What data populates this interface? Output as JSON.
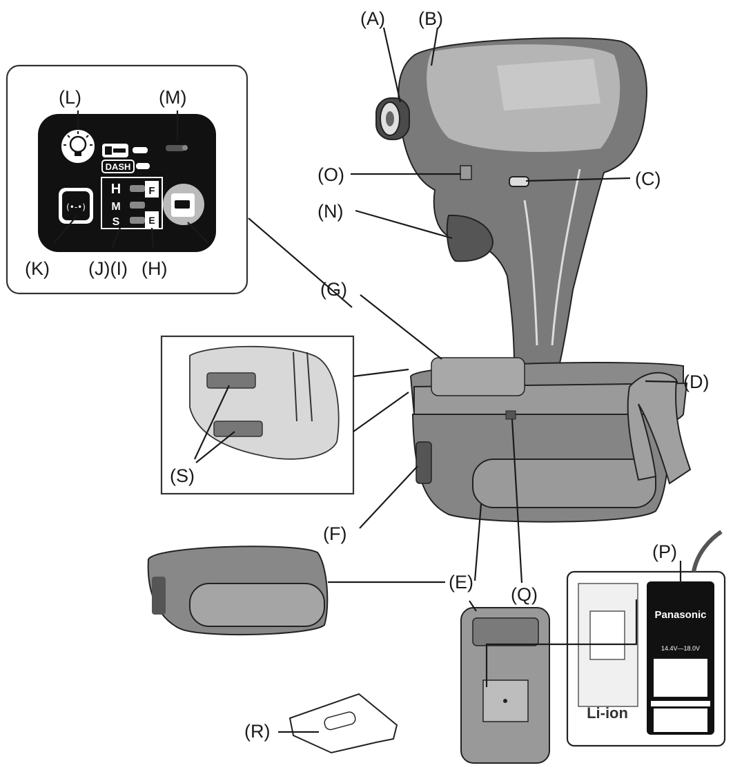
{
  "labels": {
    "A": "(A)",
    "B": "(B)",
    "C": "(C)",
    "D": "(D)",
    "E_main": "(E)",
    "E_spare": "(E)",
    "F": "(F)",
    "G": "(G)",
    "H": "(H)",
    "JI": "(J)(I)",
    "K": "(K)",
    "L": "(L)",
    "M": "(M)",
    "N": "(N)",
    "O": "(O)",
    "P": "(P)",
    "Q": "(Q)",
    "R": "(R)",
    "S": "(S)"
  },
  "panel": {
    "mode_h": "H",
    "mode_m": "M",
    "mode_s": "S",
    "mode_f": "F",
    "mode_e": "E",
    "dash": "DASH"
  },
  "charger": {
    "brand": "Panasonic",
    "voltage": "14.4V—18.0V",
    "battery_type": "Li-ion"
  }
}
